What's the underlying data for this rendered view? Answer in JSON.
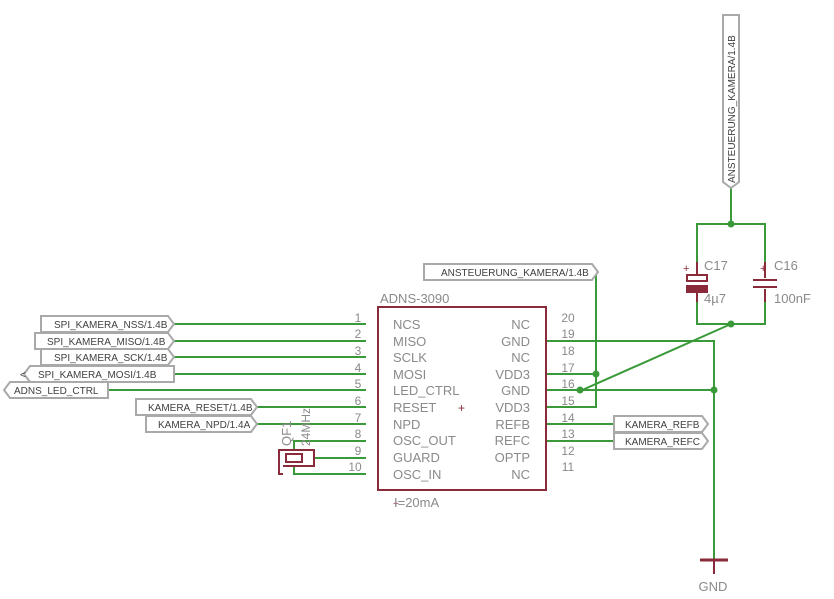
{
  "chip": {
    "name": "ADNS-3090",
    "current": "I=20mA",
    "pins_left": [
      {
        "num": "1",
        "name": "NCS"
      },
      {
        "num": "2",
        "name": "MISO"
      },
      {
        "num": "3",
        "name": "SCLK"
      },
      {
        "num": "4",
        "name": "MOSI"
      },
      {
        "num": "5",
        "name": "LED_CTRL"
      },
      {
        "num": "6",
        "name": "RESET"
      },
      {
        "num": "7",
        "name": "NPD"
      },
      {
        "num": "8",
        "name": "OSC_OUT"
      },
      {
        "num": "9",
        "name": "GUARD"
      },
      {
        "num": "10",
        "name": "OSC_IN"
      }
    ],
    "pins_right": [
      {
        "num": "20",
        "name": "NC"
      },
      {
        "num": "19",
        "name": "GND"
      },
      {
        "num": "18",
        "name": "NC"
      },
      {
        "num": "17",
        "name": "VDD3"
      },
      {
        "num": "16",
        "name": "GND"
      },
      {
        "num": "15",
        "name": "VDD3"
      },
      {
        "num": "14",
        "name": "REFB"
      },
      {
        "num": "13",
        "name": "REFC"
      },
      {
        "num": "12",
        "name": "OPTP"
      },
      {
        "num": "11",
        "name": "NC"
      }
    ]
  },
  "nets": {
    "spi_nss": "SPI_KAMERA_NSS/1.4B",
    "spi_miso": "SPI_KAMERA_MISO/1.4B",
    "spi_sck": "SPI_KAMERA_SCK/1.4B",
    "spi_mosi": "SPI_KAMERA_MOSI/1.4B",
    "led_ctrl": "ADNS_LED_CTRL",
    "reset": "KAMERA_RESET/1.4B",
    "npd": "KAMERA_NPD/1.4A",
    "ansteuerung_h": "ANSTEUERUNG_KAMERA/1.4B",
    "ansteuerung_v": "ANSTEUERUNG_KAMERA/1.4B",
    "refb": "KAMERA_REFB",
    "refc": "KAMERA_REFC"
  },
  "parts": {
    "c17_name": "C17",
    "c17_value": "4µ7",
    "c16_name": "C16",
    "c16_value": "100nF",
    "crystal_name": "QF1",
    "crystal_value": "24MHz",
    "gnd_label": "GND"
  },
  "colors": {
    "wire": "#3a9a3a",
    "symbol": "#8b2a3a",
    "label_border": "#a9a9a9",
    "part_text": "#8a8a8a"
  }
}
